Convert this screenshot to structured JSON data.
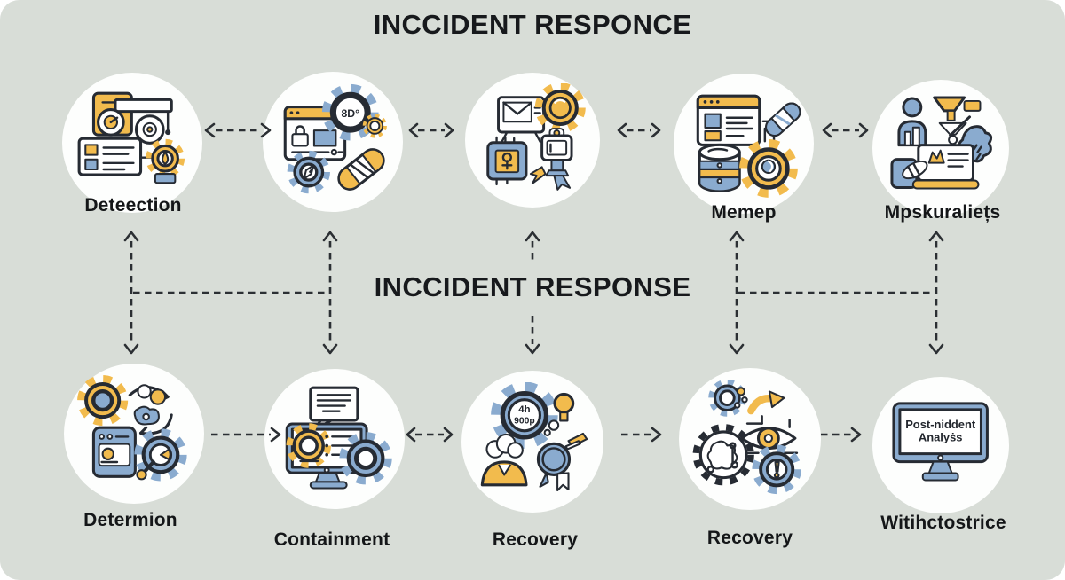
{
  "titles": {
    "top": "INCCIDENT RESPONCE",
    "middle": "INCCIDENT RESPONSE"
  },
  "colors": {
    "background": "#d8ddd7",
    "accent_yellow": "#f2bb4d",
    "accent_blue": "#8aabcf",
    "outline": "#262b33",
    "text": "#141618"
  },
  "top_row": [
    {
      "id": "detection",
      "label": "Deteection",
      "icon": "folder-gauge-camera-gear-icon"
    },
    {
      "id": "analysis-tools",
      "label": "",
      "icon": "browser-lock-gear-capsule-icon",
      "gear_text": "8D°"
    },
    {
      "id": "notification",
      "label": "",
      "icon": "mail-board-gear-chip-badge-icon"
    },
    {
      "id": "memep",
      "label": "Memep",
      "icon": "browser-database-gear-capsule-icon"
    },
    {
      "id": "mpskuraliets",
      "label": "Mpskuraliețs",
      "icon": "person-funnel-cloth-laptop-icon"
    }
  ],
  "bottom_row": [
    {
      "id": "determion",
      "label": "Determion",
      "icon": "gear-cycle-server-magnifier-icon"
    },
    {
      "id": "containment",
      "label": "Containment",
      "icon": "note-monitor-gear-checklist-icon"
    },
    {
      "id": "recovery-1",
      "label": "Recovery",
      "icon": "gear-key-person-rosette-icon",
      "gear_text_line1": "4h",
      "gear_text_line2": "900p"
    },
    {
      "id": "recovery-2",
      "label": "Recovery",
      "icon": "brain-gear-eye-alert-icon"
    },
    {
      "id": "post-incident",
      "label": "Witihctostrice",
      "icon": "monitor-analysis-icon",
      "screen_line1": "Post-niddent",
      "screen_line2": "Analyṡs"
    }
  ]
}
